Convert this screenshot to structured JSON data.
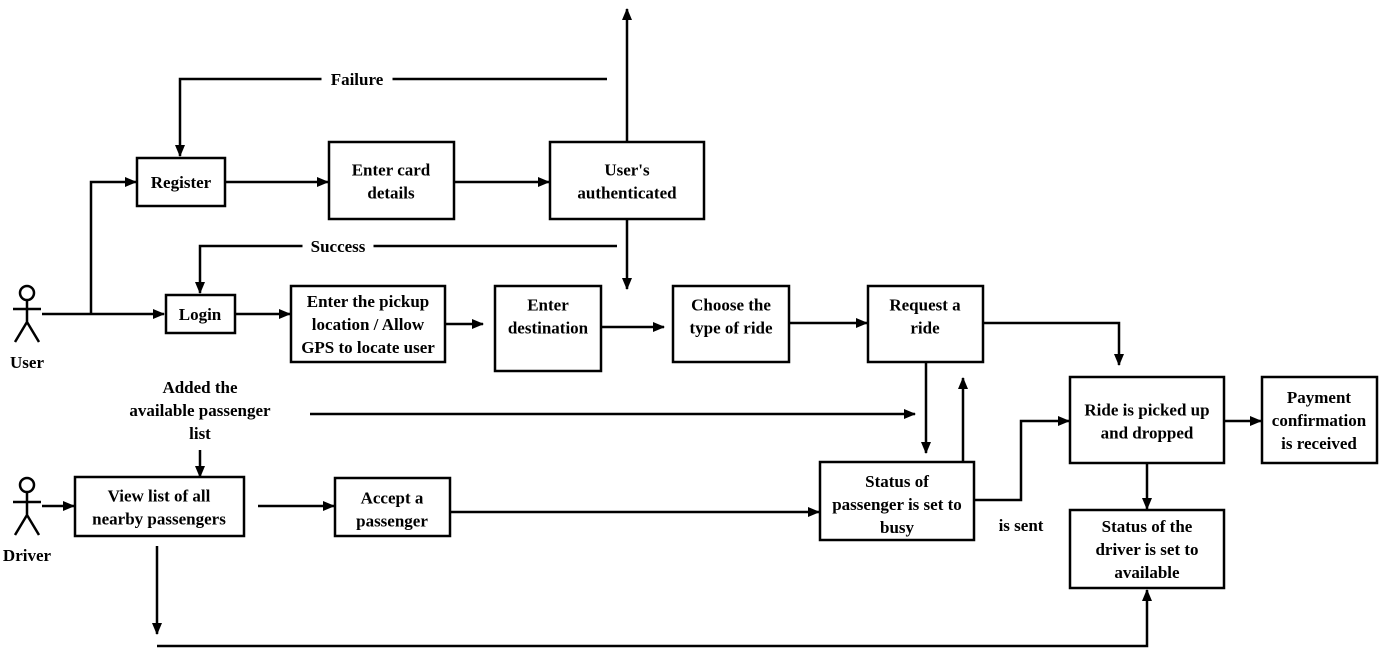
{
  "actors": {
    "user": "User",
    "driver": "Driver"
  },
  "boxes": {
    "register": [
      "Register"
    ],
    "enter_card": [
      "Enter card",
      "details"
    ],
    "authenticated": [
      "User's",
      "authenticated"
    ],
    "login": [
      "Login"
    ],
    "pickup": [
      "Enter the pickup",
      "location / Allow",
      "GPS to locate user"
    ],
    "destination": [
      "Enter",
      "destination"
    ],
    "ride_type": [
      "Choose the",
      "type of ride"
    ],
    "request": [
      "Request a",
      "ride"
    ],
    "picked_up": [
      "Ride is picked up",
      "and dropped"
    ],
    "payment": [
      "Payment",
      "confirmation",
      "is received"
    ],
    "view_list": [
      "View list of all",
      "nearby passengers"
    ],
    "accept": [
      "Accept a",
      "passenger"
    ],
    "status_busy": [
      "Status of",
      "passenger is set to",
      "busy"
    ],
    "status_available": [
      "Status of the",
      "driver is set to",
      "available"
    ]
  },
  "labels": {
    "failure": [
      "Failure"
    ],
    "success": [
      "Success"
    ],
    "added_list": [
      "Added the",
      "available passenger",
      "list"
    ],
    "is_sent": [
      "is sent"
    ]
  }
}
